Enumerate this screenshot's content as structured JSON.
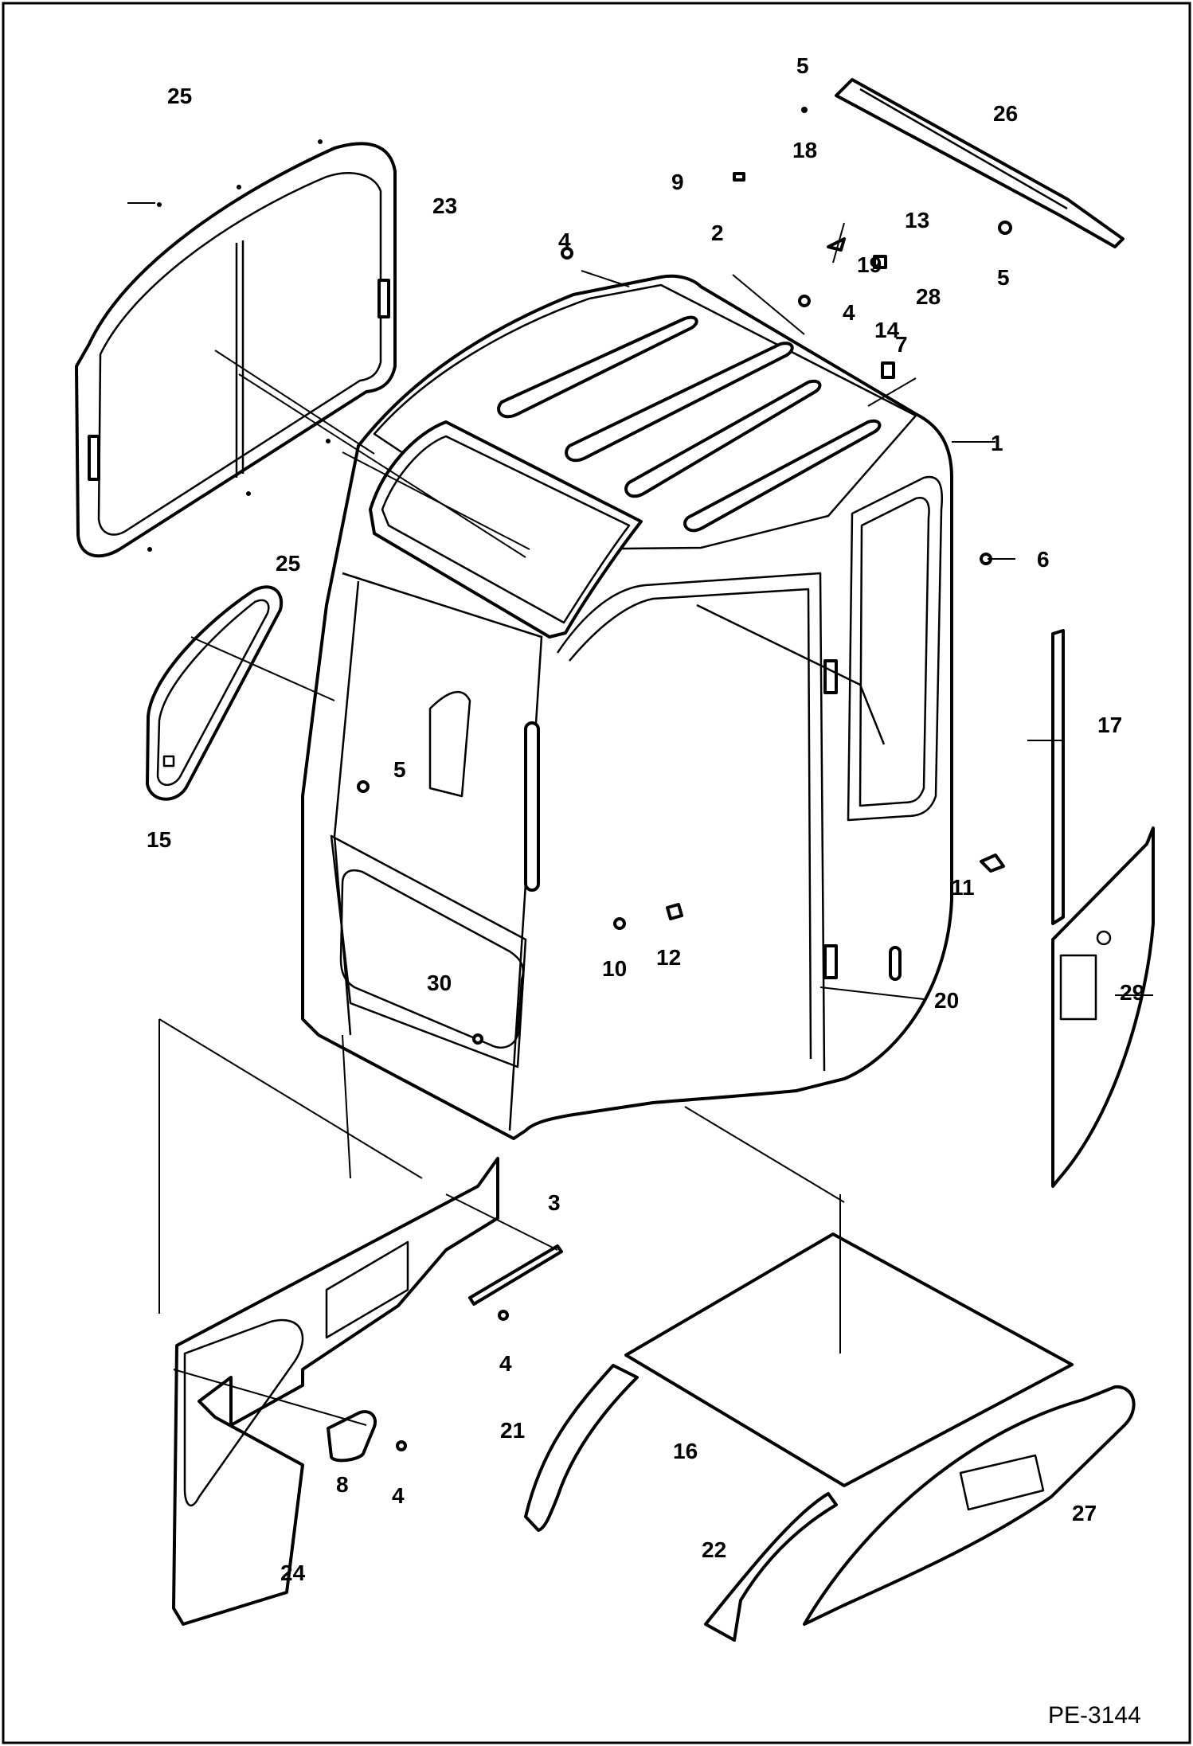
{
  "drawing_ref": "PE-3144",
  "callouts": [
    {
      "id": "c1",
      "text": "1"
    },
    {
      "id": "c2",
      "text": "2"
    },
    {
      "id": "c3",
      "text": "3"
    },
    {
      "id": "c4a",
      "text": "4"
    },
    {
      "id": "c4b",
      "text": "4"
    },
    {
      "id": "c4c",
      "text": "4"
    },
    {
      "id": "c4d",
      "text": "4"
    },
    {
      "id": "c5a",
      "text": "5"
    },
    {
      "id": "c5b",
      "text": "5"
    },
    {
      "id": "c5c",
      "text": "5"
    },
    {
      "id": "c6",
      "text": "6"
    },
    {
      "id": "c7",
      "text": "7"
    },
    {
      "id": "c8",
      "text": "8"
    },
    {
      "id": "c9",
      "text": "9"
    },
    {
      "id": "c10",
      "text": "10"
    },
    {
      "id": "c11",
      "text": "11"
    },
    {
      "id": "c12",
      "text": "12"
    },
    {
      "id": "c13",
      "text": "13"
    },
    {
      "id": "c14",
      "text": "14"
    },
    {
      "id": "c15",
      "text": "15"
    },
    {
      "id": "c16",
      "text": "16"
    },
    {
      "id": "c17",
      "text": "17"
    },
    {
      "id": "c18",
      "text": "18"
    },
    {
      "id": "c19",
      "text": "19"
    },
    {
      "id": "c20",
      "text": "20"
    },
    {
      "id": "c21",
      "text": "21"
    },
    {
      "id": "c22",
      "text": "22"
    },
    {
      "id": "c23",
      "text": "23"
    },
    {
      "id": "c24",
      "text": "24"
    },
    {
      "id": "c25a",
      "text": "25"
    },
    {
      "id": "c25b",
      "text": "25"
    },
    {
      "id": "c26",
      "text": "26"
    },
    {
      "id": "c27",
      "text": "27"
    },
    {
      "id": "c28",
      "text": "28"
    },
    {
      "id": "c29",
      "text": "29"
    },
    {
      "id": "c30",
      "text": "30"
    }
  ]
}
